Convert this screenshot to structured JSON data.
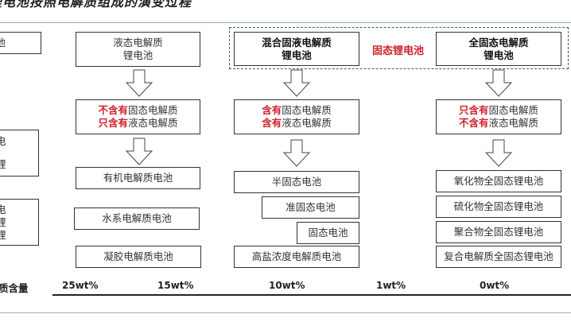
{
  "title": "锂电池按照电解质组成的演变过程",
  "left_partial": {
    "top_box": "池",
    "mid_box": [
      "电",
      "锂"
    ],
    "low_box": [
      "电",
      "锂",
      "锂"
    ],
    "axis_label": "质含量"
  },
  "columns": {
    "liquid": {
      "header": [
        "液态电解质",
        "锂电池"
      ],
      "condition": [
        {
          "red": "不含有",
          "rest": "固态电解质"
        },
        {
          "red": "只含有",
          "rest": "液态电解质"
        }
      ],
      "types": [
        "有机电解质电池",
        "水系电解质电池",
        "凝胶电解质电池"
      ]
    },
    "solid_group_label": "固态锂电池",
    "mixed": {
      "header": [
        "混合固液电解质",
        "锂电池"
      ],
      "condition": [
        {
          "red": "含有",
          "rest": "固态电解质"
        },
        {
          "red": "含有",
          "rest": "液态电解质"
        }
      ],
      "types": [
        "半固态电池",
        "准固态电池",
        "固态电池",
        "高盐浓度电解质电池"
      ]
    },
    "all_solid": {
      "header": [
        "全固态电解质",
        "锂电池"
      ],
      "condition": [
        {
          "red": "只含有",
          "rest": "固态电解质"
        },
        {
          "red": "不含有",
          "rest": "液态电解质"
        }
      ],
      "types": [
        "氧化物全固态锂电池",
        "硫化物全固态锂电池",
        "聚合物全固态锂电池",
        "复合电解质全固态锂电池"
      ]
    }
  },
  "axis_ticks": [
    "25wt%",
    "15wt%",
    "10wt%",
    "1wt%",
    "0wt%"
  ],
  "colors": {
    "accent_red": "#d0202a",
    "rule_blue": "#8fb0c0"
  }
}
